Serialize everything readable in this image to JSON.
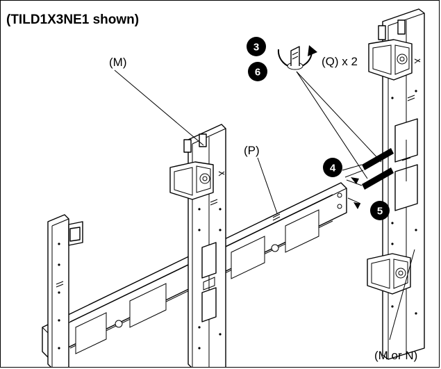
{
  "title": "(TILD1X3NE1 shown)",
  "labels": {
    "m": "(M)",
    "p": "(P)",
    "q": "(Q) x 2",
    "m_or_n": "(M or N)"
  },
  "steps": [
    "3",
    "6",
    "4",
    "5"
  ],
  "colors": {
    "line": "#000000",
    "background": "#ffffff"
  }
}
